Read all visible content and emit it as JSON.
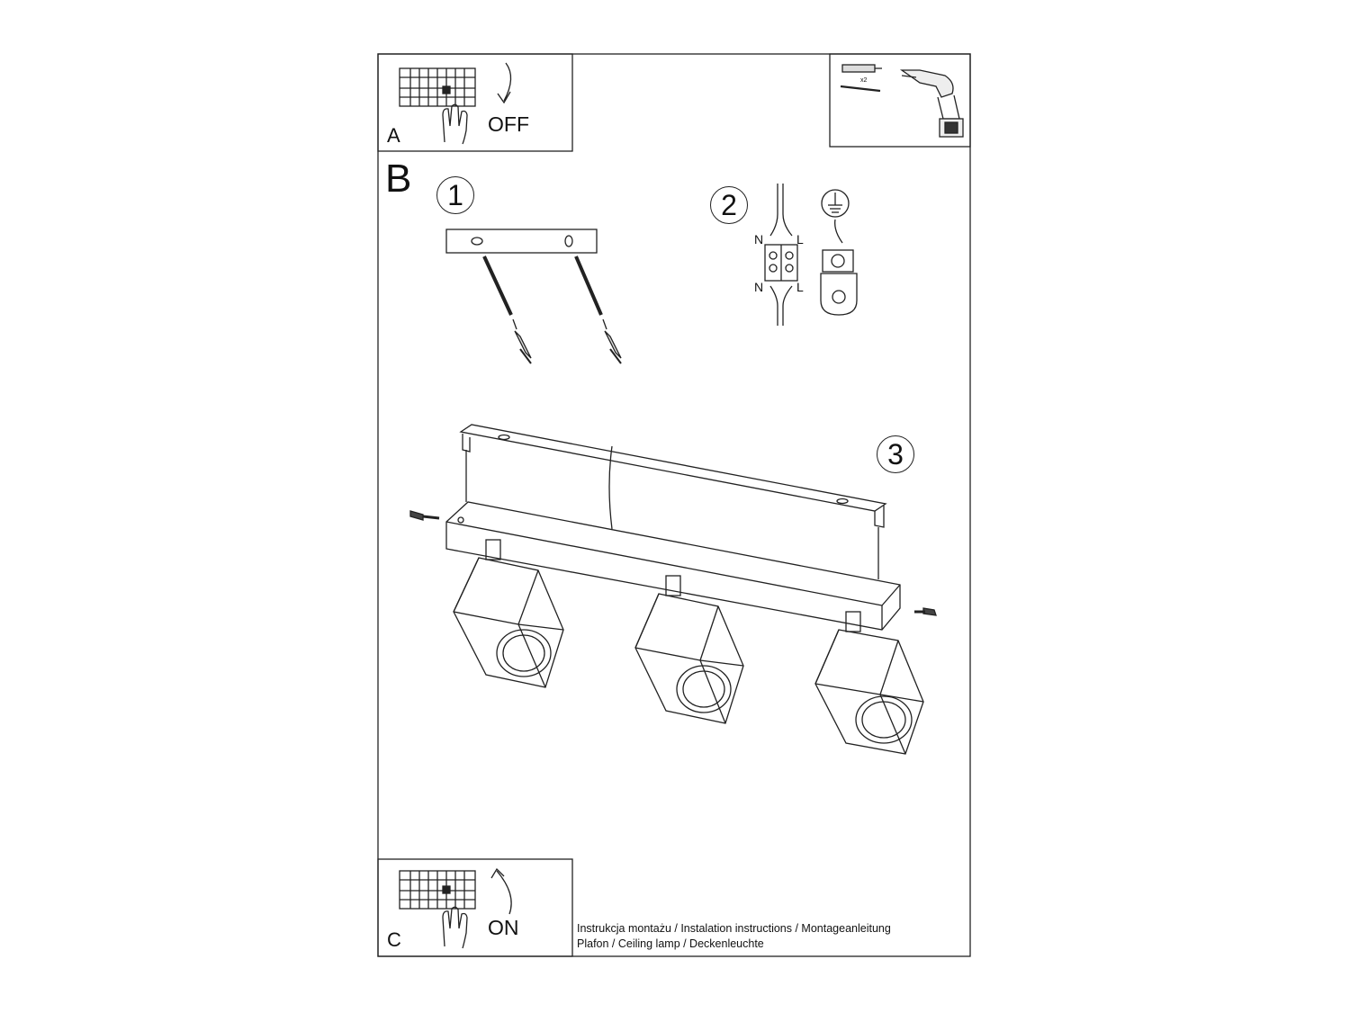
{
  "panel_a": {
    "letter": "A",
    "label": "OFF"
  },
  "panel_b": {
    "letter": "B"
  },
  "panel_c": {
    "letter": "C",
    "label": "ON"
  },
  "steps": [
    "1",
    "2",
    "3"
  ],
  "tools": {
    "quantity": "x2"
  },
  "wiring": {
    "neutral_top": "N",
    "live_top": "L",
    "neutral_bottom": "N",
    "live_bottom": "L"
  },
  "footer": {
    "line1": "Instrukcja montażu / Instalation instructions / Montageanleitung",
    "line2": "Plafon / Ceiling lamp / Deckenleuchte"
  }
}
